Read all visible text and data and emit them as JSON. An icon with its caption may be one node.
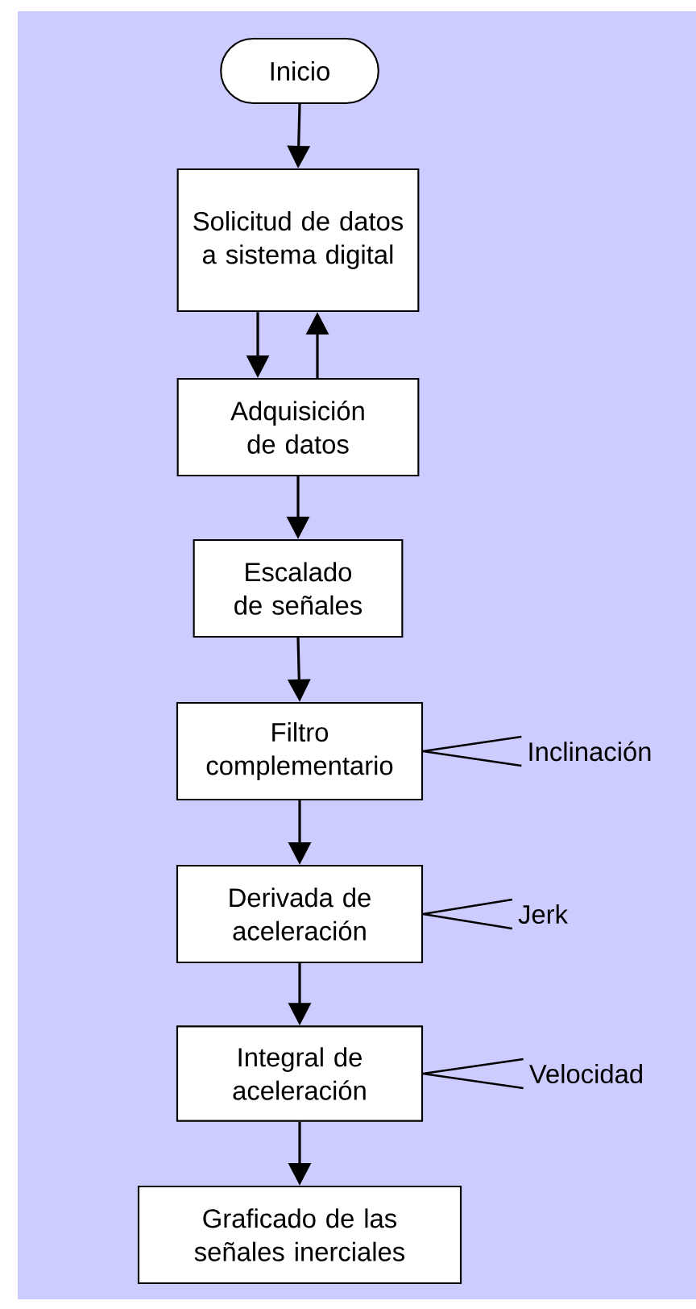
{
  "diagram": {
    "nodes": [
      {
        "text": [
          "Inicio"
        ]
      },
      {
        "text": [
          "Solicitud de datos a sistema digital"
        ]
      },
      {
        "text": [
          "Adquisición de datos"
        ]
      },
      {
        "text": [
          "Escalado de señales"
        ]
      },
      {
        "text": [
          "Filtro complementario"
        ]
      },
      {
        "text": [
          "Derivada de aceleración"
        ]
      },
      {
        "text": [
          "Integral de aceleración"
        ]
      },
      {
        "text": [
          "Graficado de las señales inerciales"
        ]
      },
      {
        "text": [
          "Inclinación"
        ]
      },
      {
        "text": [
          "Jerk"
        ]
      },
      {
        "text": [
          "Velocidad"
        ]
      }
    ],
    "edges": [
      {
        "from": 0,
        "to": 1,
        "arrow": "to"
      },
      {
        "from": 1,
        "to": 2,
        "arrow": "to"
      },
      {
        "from": 2,
        "to": 1,
        "arrow": "to"
      },
      {
        "from": 2,
        "to": 3,
        "arrow": "to"
      },
      {
        "from": 3,
        "to": 4,
        "arrow": "to"
      },
      {
        "from": 4,
        "to": 5,
        "arrow": "to"
      },
      {
        "from": 5,
        "to": 6,
        "arrow": "to"
      },
      {
        "from": 6,
        "to": 7,
        "arrow": "to"
      },
      {
        "from": 4,
        "to": 8,
        "arrow": "none"
      },
      {
        "from": 5,
        "to": 9,
        "arrow": "none"
      },
      {
        "from": 6,
        "to": 10,
        "arrow": "none"
      }
    ]
  }
}
